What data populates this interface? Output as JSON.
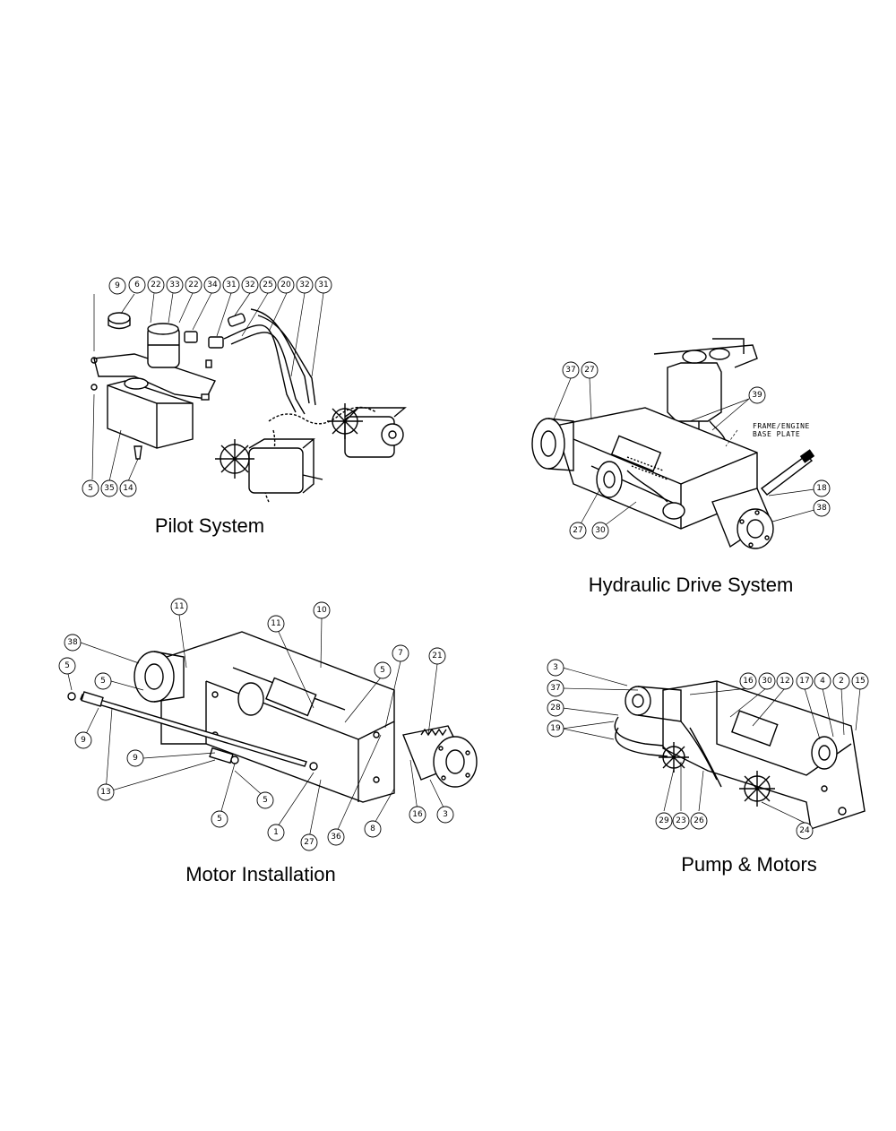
{
  "views": [
    {
      "caption": "Pilot System",
      "callouts": [
        "9",
        "6",
        "22",
        "33",
        "22",
        "34",
        "31",
        "32",
        "25",
        "20",
        "32",
        "31",
        "5",
        "35",
        "14"
      ]
    },
    {
      "caption": "Hydraulic Drive System",
      "callouts": [
        "37",
        "27",
        "39",
        "18",
        "38",
        "27",
        "30"
      ],
      "notes": [
        "FRAME/ENGINE",
        "BASE PLATE"
      ]
    },
    {
      "caption": "Motor Installation",
      "callouts": [
        "11",
        "10",
        "11",
        "7",
        "21",
        "38",
        "5",
        "5",
        "5",
        "9",
        "9",
        "13",
        "5",
        "5",
        "1",
        "27",
        "36",
        "8",
        "16",
        "3"
      ]
    },
    {
      "caption": "Pump & Motors",
      "callouts": [
        "3",
        "37",
        "28",
        "19",
        "16",
        "30",
        "12",
        "17",
        "4",
        "2",
        "15",
        "29",
        "23",
        "26",
        "24"
      ]
    }
  ]
}
